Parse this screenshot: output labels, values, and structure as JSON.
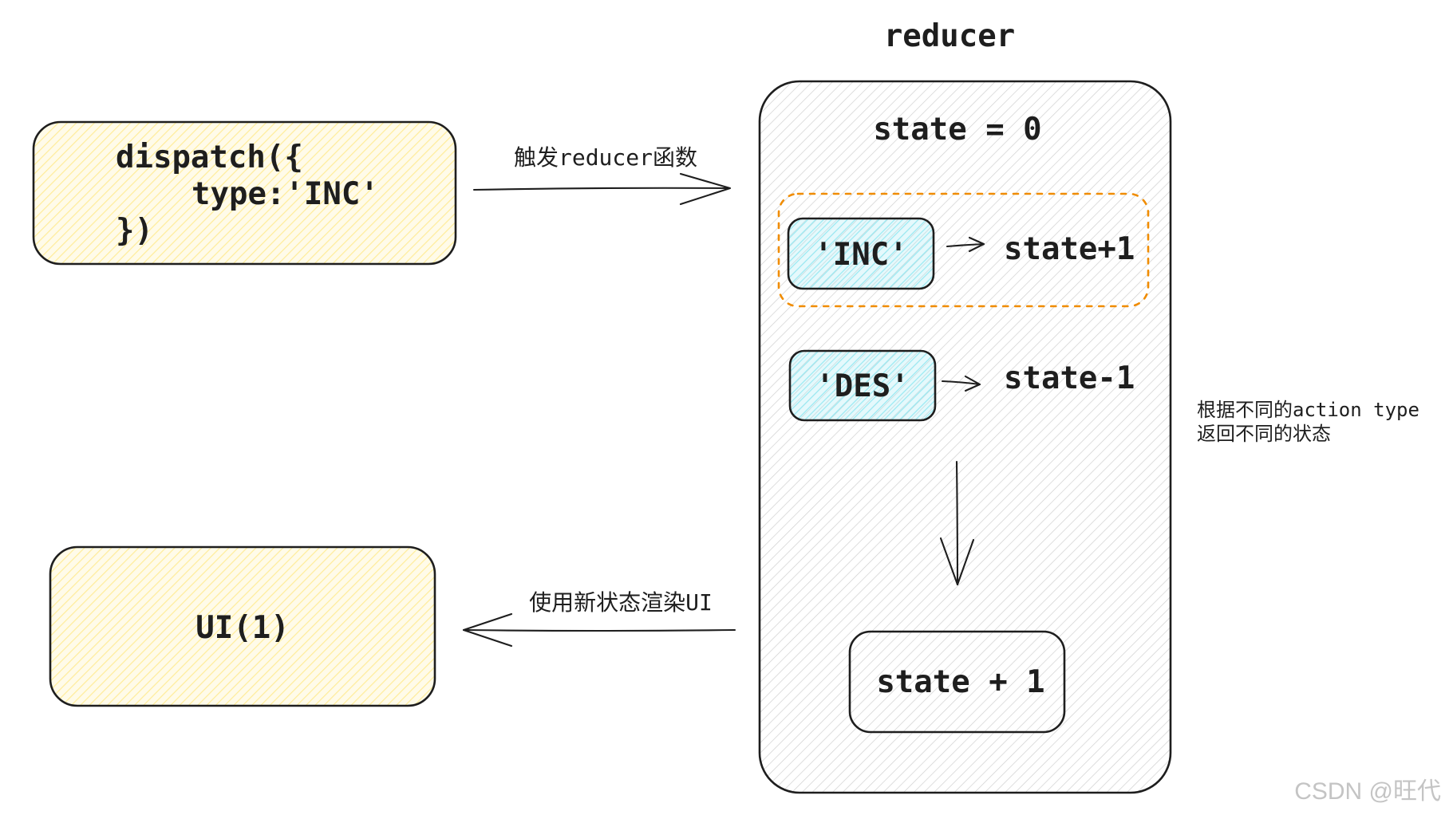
{
  "reducer": {
    "title": "reducer",
    "initial_state": "state = 0",
    "cases": [
      {
        "action": "'INC'",
        "result": "state+1"
      },
      {
        "action": "'DES'",
        "result": "state-1"
      }
    ],
    "output": "state + 1"
  },
  "dispatch_box": {
    "lines": [
      "dispatch({",
      "type:'INC'",
      "})"
    ]
  },
  "arrow_dispatch_to_reducer": {
    "label": "触发reducer函数"
  },
  "arrow_reducer_to_ui": {
    "label": "使用新状态渲染UI"
  },
  "ui_box": {
    "label": "UI(1)"
  },
  "side_note": {
    "lines": [
      "根据不同的action type",
      "返回不同的状态"
    ]
  },
  "watermark": "CSDN @旺代",
  "colors": {
    "ink": "#1e1e1e",
    "yellow_fill": "#ffec99",
    "cyan_fill": "#99e9f2",
    "highlight_border": "#f08c00",
    "reducer_hatch": "#d0d0d0",
    "watermark": "#c4c4c4"
  }
}
